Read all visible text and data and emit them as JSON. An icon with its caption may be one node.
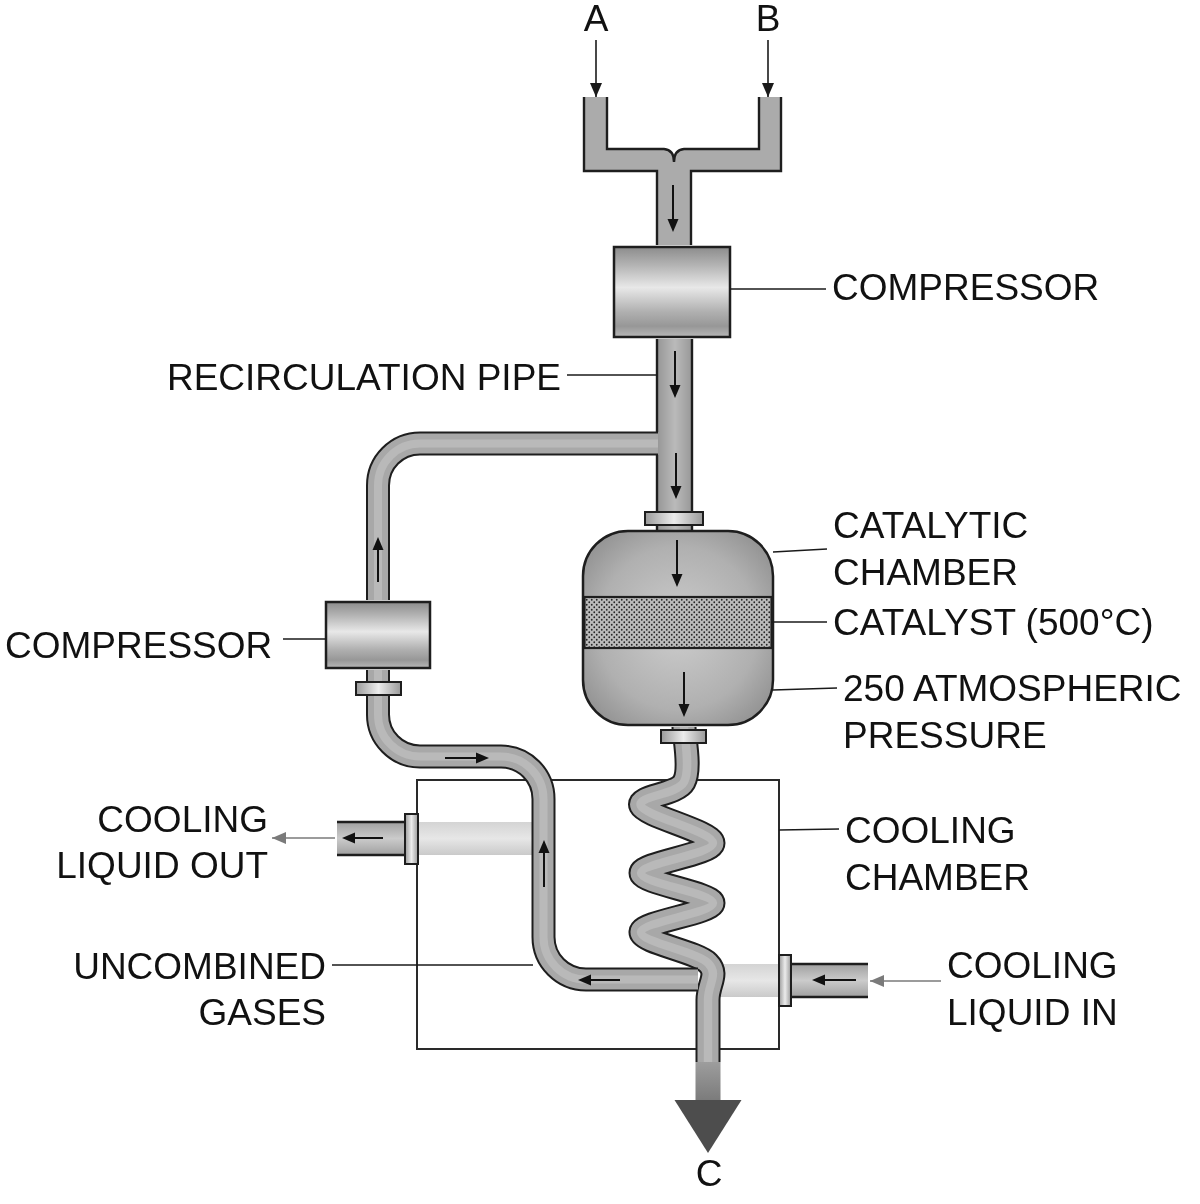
{
  "diagram": {
    "nodes": [
      {
        "text": [
          "A"
        ]
      },
      {
        "text": [
          "B"
        ]
      },
      {
        "text": [],
        "shape": "pipe"
      },
      {
        "text": [
          "COMPRESSOR"
        ]
      },
      {
        "text": [],
        "shape": "cylinder"
      },
      {
        "text": [
          "RECIRCULATION PIPE"
        ]
      },
      {
        "text": [],
        "shape": "pipe"
      },
      {
        "text": [],
        "shape": "pipe"
      },
      {
        "text": [
          "CATALYTIC CHAMBER"
        ]
      },
      {
        "text": [],
        "shape": "tank"
      },
      {
        "text": [],
        "shape": "bar",
        "in": 9
      },
      {
        "text": [
          "CATALYST (500°C)"
        ]
      },
      {
        "text": [
          "COMPRESSOR"
        ]
      },
      {
        "text": [],
        "shape": "cylinder"
      },
      {
        "text": [
          "250 ATMOSPHERIC PRESSURE"
        ]
      },
      {
        "text": [
          "COOLING LIQUID OUT"
        ]
      },
      {
        "text": [],
        "shape": "pipe"
      },
      {
        "text": [
          "COOLING CHAMBER"
        ]
      },
      {
        "text": [],
        "shape": "box"
      },
      {
        "text": [],
        "shape": "pipe"
      },
      {
        "text": [
          "UNCOMBINED GASES"
        ]
      },
      {
        "text": [],
        "shape": "coil"
      },
      {
        "text": [
          "COOLING LIQUID IN"
        ]
      },
      {
        "text": [],
        "shape": "pipe"
      },
      {
        "text": [
          "C"
        ]
      }
    ],
    "edges": [
      {
        "from": 0,
        "to": 2,
        "arrow": "to"
      },
      {
        "from": 1,
        "to": 2,
        "arrow": "to"
      },
      {
        "from": 3,
        "to": 4,
        "arrow": "none"
      },
      {
        "from": 5,
        "to": 6,
        "arrow": "none"
      },
      {
        "from": 8,
        "to": 9,
        "arrow": "none"
      },
      {
        "from": 11,
        "to": 10,
        "arrow": "none"
      },
      {
        "from": 12,
        "to": 13,
        "arrow": "none"
      },
      {
        "from": 14,
        "to": 9,
        "arrow": "none"
      },
      {
        "from": 16,
        "to": 15,
        "arrow": "to",
        "color": "#7a7a7a"
      },
      {
        "from": 17,
        "to": 18,
        "arrow": "none"
      },
      {
        "from": 20,
        "to": 19,
        "arrow": "none"
      },
      {
        "from": 22,
        "to": 23,
        "arrow": "to",
        "color": "#7a7a7a"
      },
      {
        "from": 21,
        "to": 24,
        "arrow": "to",
        "style": "thick",
        "color": "#4d4d4d"
      }
    ]
  }
}
